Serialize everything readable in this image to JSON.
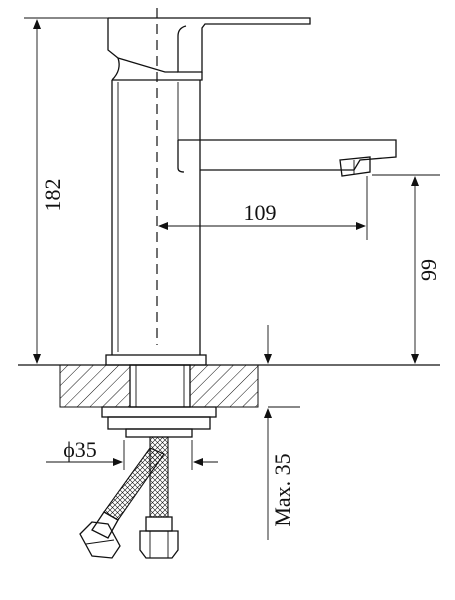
{
  "dimensions": {
    "height_total": "182",
    "spout_reach": "109",
    "spout_height": "99",
    "hole_diameter": "ϕ35",
    "max_thickness": "Max. 35"
  }
}
